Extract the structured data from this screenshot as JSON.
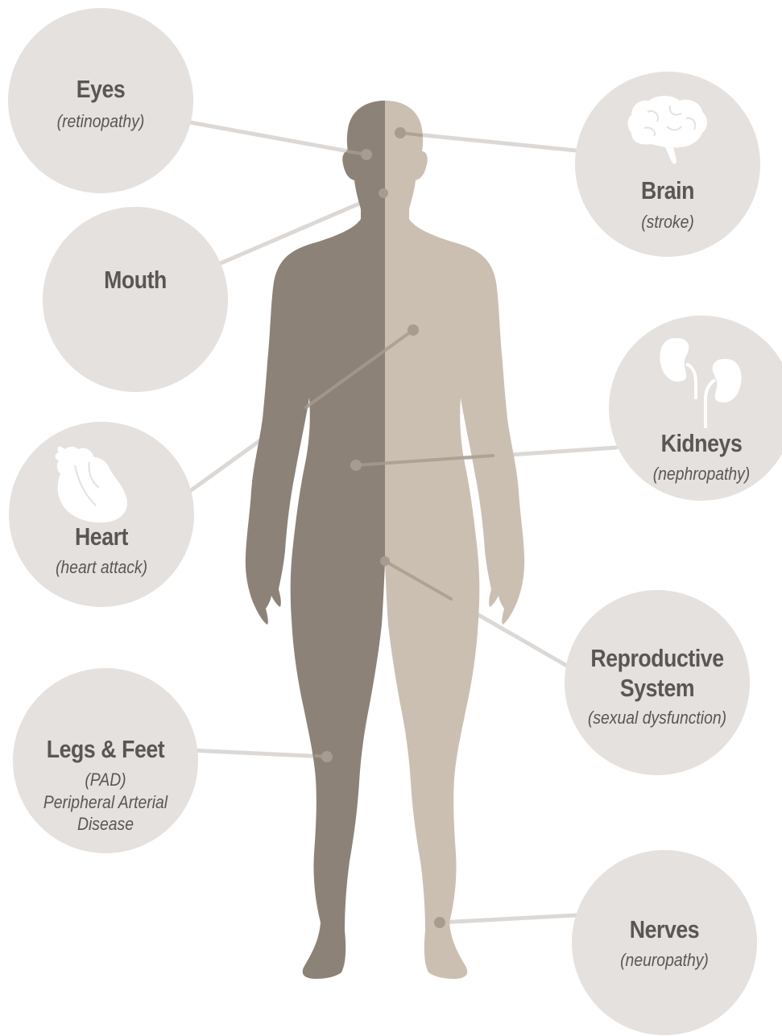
{
  "colors": {
    "circle": "#e4e1de",
    "text": "#5a5654",
    "body_dark": "#8c8278",
    "body_light": "#cbbfb2",
    "connector": "#dcd8d5",
    "dot": "#a89b8f",
    "icon_fill": "#ffffff"
  },
  "labels": {
    "eyes": {
      "title": "Eyes",
      "subtitle": "(retinopathy)"
    },
    "brain": {
      "title": "Brain",
      "subtitle": "(stroke)",
      "icon": "brain-icon"
    },
    "mouth": {
      "title": "Mouth"
    },
    "kidneys": {
      "title": "Kidneys",
      "subtitle": "(nephropathy)",
      "icon": "kidneys-icon"
    },
    "heart": {
      "title": "Heart",
      "subtitle": "(heart attack)",
      "icon": "heart-icon"
    },
    "reproductive": {
      "title_line1": "Reproductive",
      "title_line2": "System",
      "subtitle": "(sexual dysfunction)"
    },
    "legs": {
      "title": "Legs & Feet",
      "subtitle_line1": "(PAD)",
      "subtitle_line2": "Peripheral Arterial",
      "subtitle_line3": "Disease"
    },
    "nerves": {
      "title": "Nerves",
      "subtitle": "(neuropathy)"
    }
  }
}
